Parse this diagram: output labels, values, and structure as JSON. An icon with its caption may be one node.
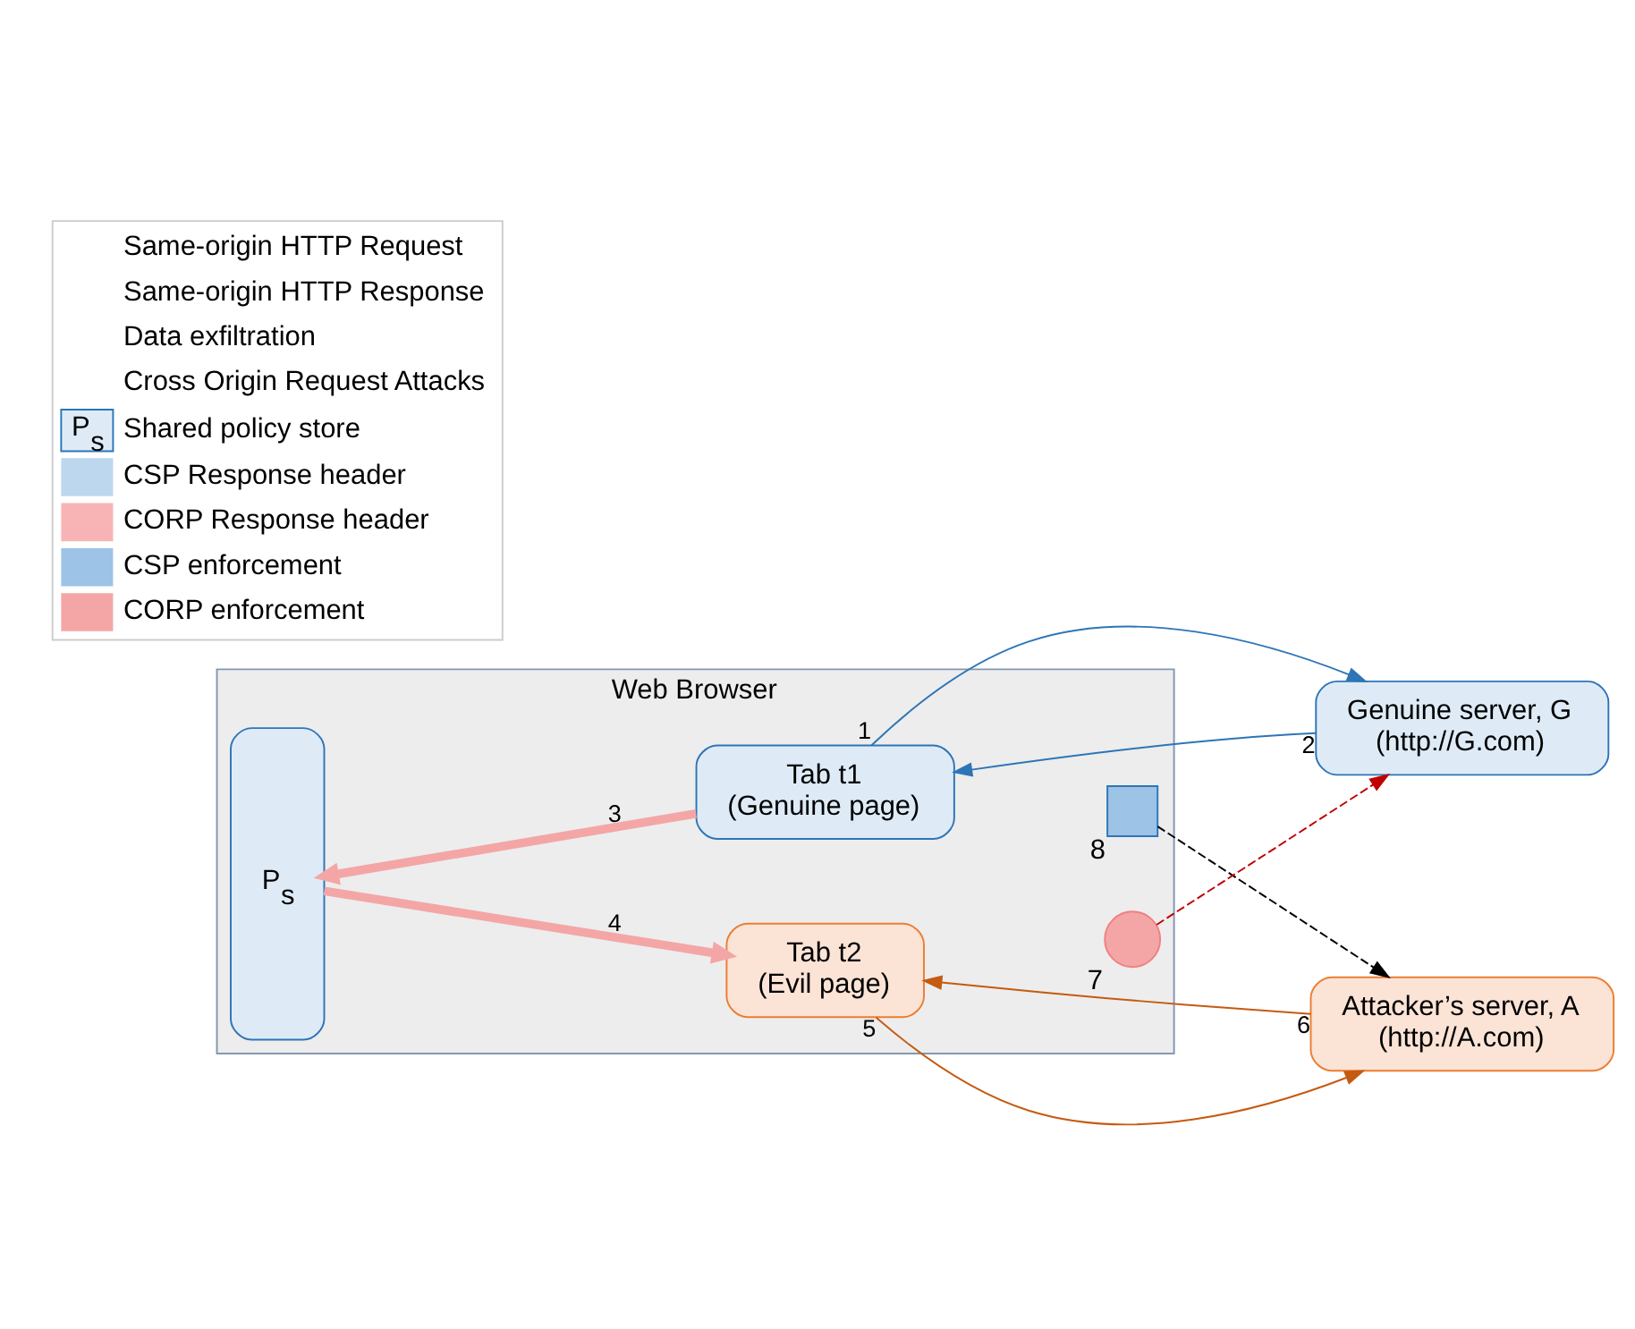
{
  "diagram": {
    "nodes": [
      {
        "text": [
          "Web Browser"
        ]
      },
      {
        "text": [
          "P$_{s}$"
        ],
        "in": 0
      },
      {
        "text": [
          "Tab t1",
          "(Genuine page)"
        ],
        "in": 0
      },
      {
        "text": [
          "Tab t2",
          "(Evil page)"
        ],
        "in": 0
      },
      {
        "text": [
          "Genuine server, G",
          "(http://G.com)"
        ]
      },
      {
        "text": [
          "Attacker’s server, A",
          "(http://A.com)"
        ]
      },
      {
        "text": [],
        "shape": "box",
        "in": 0,
        "beside": [
          "8"
        ]
      },
      {
        "text": [],
        "shape": "circle",
        "in": 0,
        "beside": [
          "7"
        ]
      }
    ],
    "edges": [
      {
        "from": 2,
        "to": 4,
        "arrow": "to",
        "label": "1"
      },
      {
        "from": 4,
        "to": 2,
        "arrow": "to",
        "label": "2"
      },
      {
        "from": 2,
        "to": 1,
        "arrow": "to",
        "label": "3",
        "style": "thick",
        "color": "#f4a6a6"
      },
      {
        "from": 1,
        "to": 3,
        "arrow": "to",
        "label": "4",
        "style": "thick",
        "color": "#f4a6a6"
      },
      {
        "from": 3,
        "to": 5,
        "arrow": "to",
        "label": "5",
        "color": "#c55a11"
      },
      {
        "from": 5,
        "to": 3,
        "arrow": "to",
        "label": "6",
        "color": "#c55a11"
      },
      {
        "from": 6,
        "to": 5,
        "arrow": "to",
        "style": "dashed",
        "color": "#000000"
      },
      {
        "from": 7,
        "to": 4,
        "arrow": "to",
        "style": "dashed",
        "color": "#c00000"
      }
    ],
    "labels": [
      "P$_{s}$"
    ],
    "legend": [
      {
        "text": "Same-origin HTTP Request"
      },
      {
        "text": "Same-origin HTTP Response"
      },
      {
        "text": "Data exfiltration"
      },
      {
        "text": "Cross Origin Request Attacks"
      },
      {
        "text": "Shared policy store"
      },
      {
        "text": "CSP Response header",
        "color": "#bdd7ee"
      },
      {
        "text": "CORP Response header",
        "color": "#f8b4b4"
      },
      {
        "text": "CSP enforcement",
        "color": "#9dc3e6"
      },
      {
        "text": "CORP enforcement",
        "color": "#f4a6a6"
      }
    ]
  }
}
